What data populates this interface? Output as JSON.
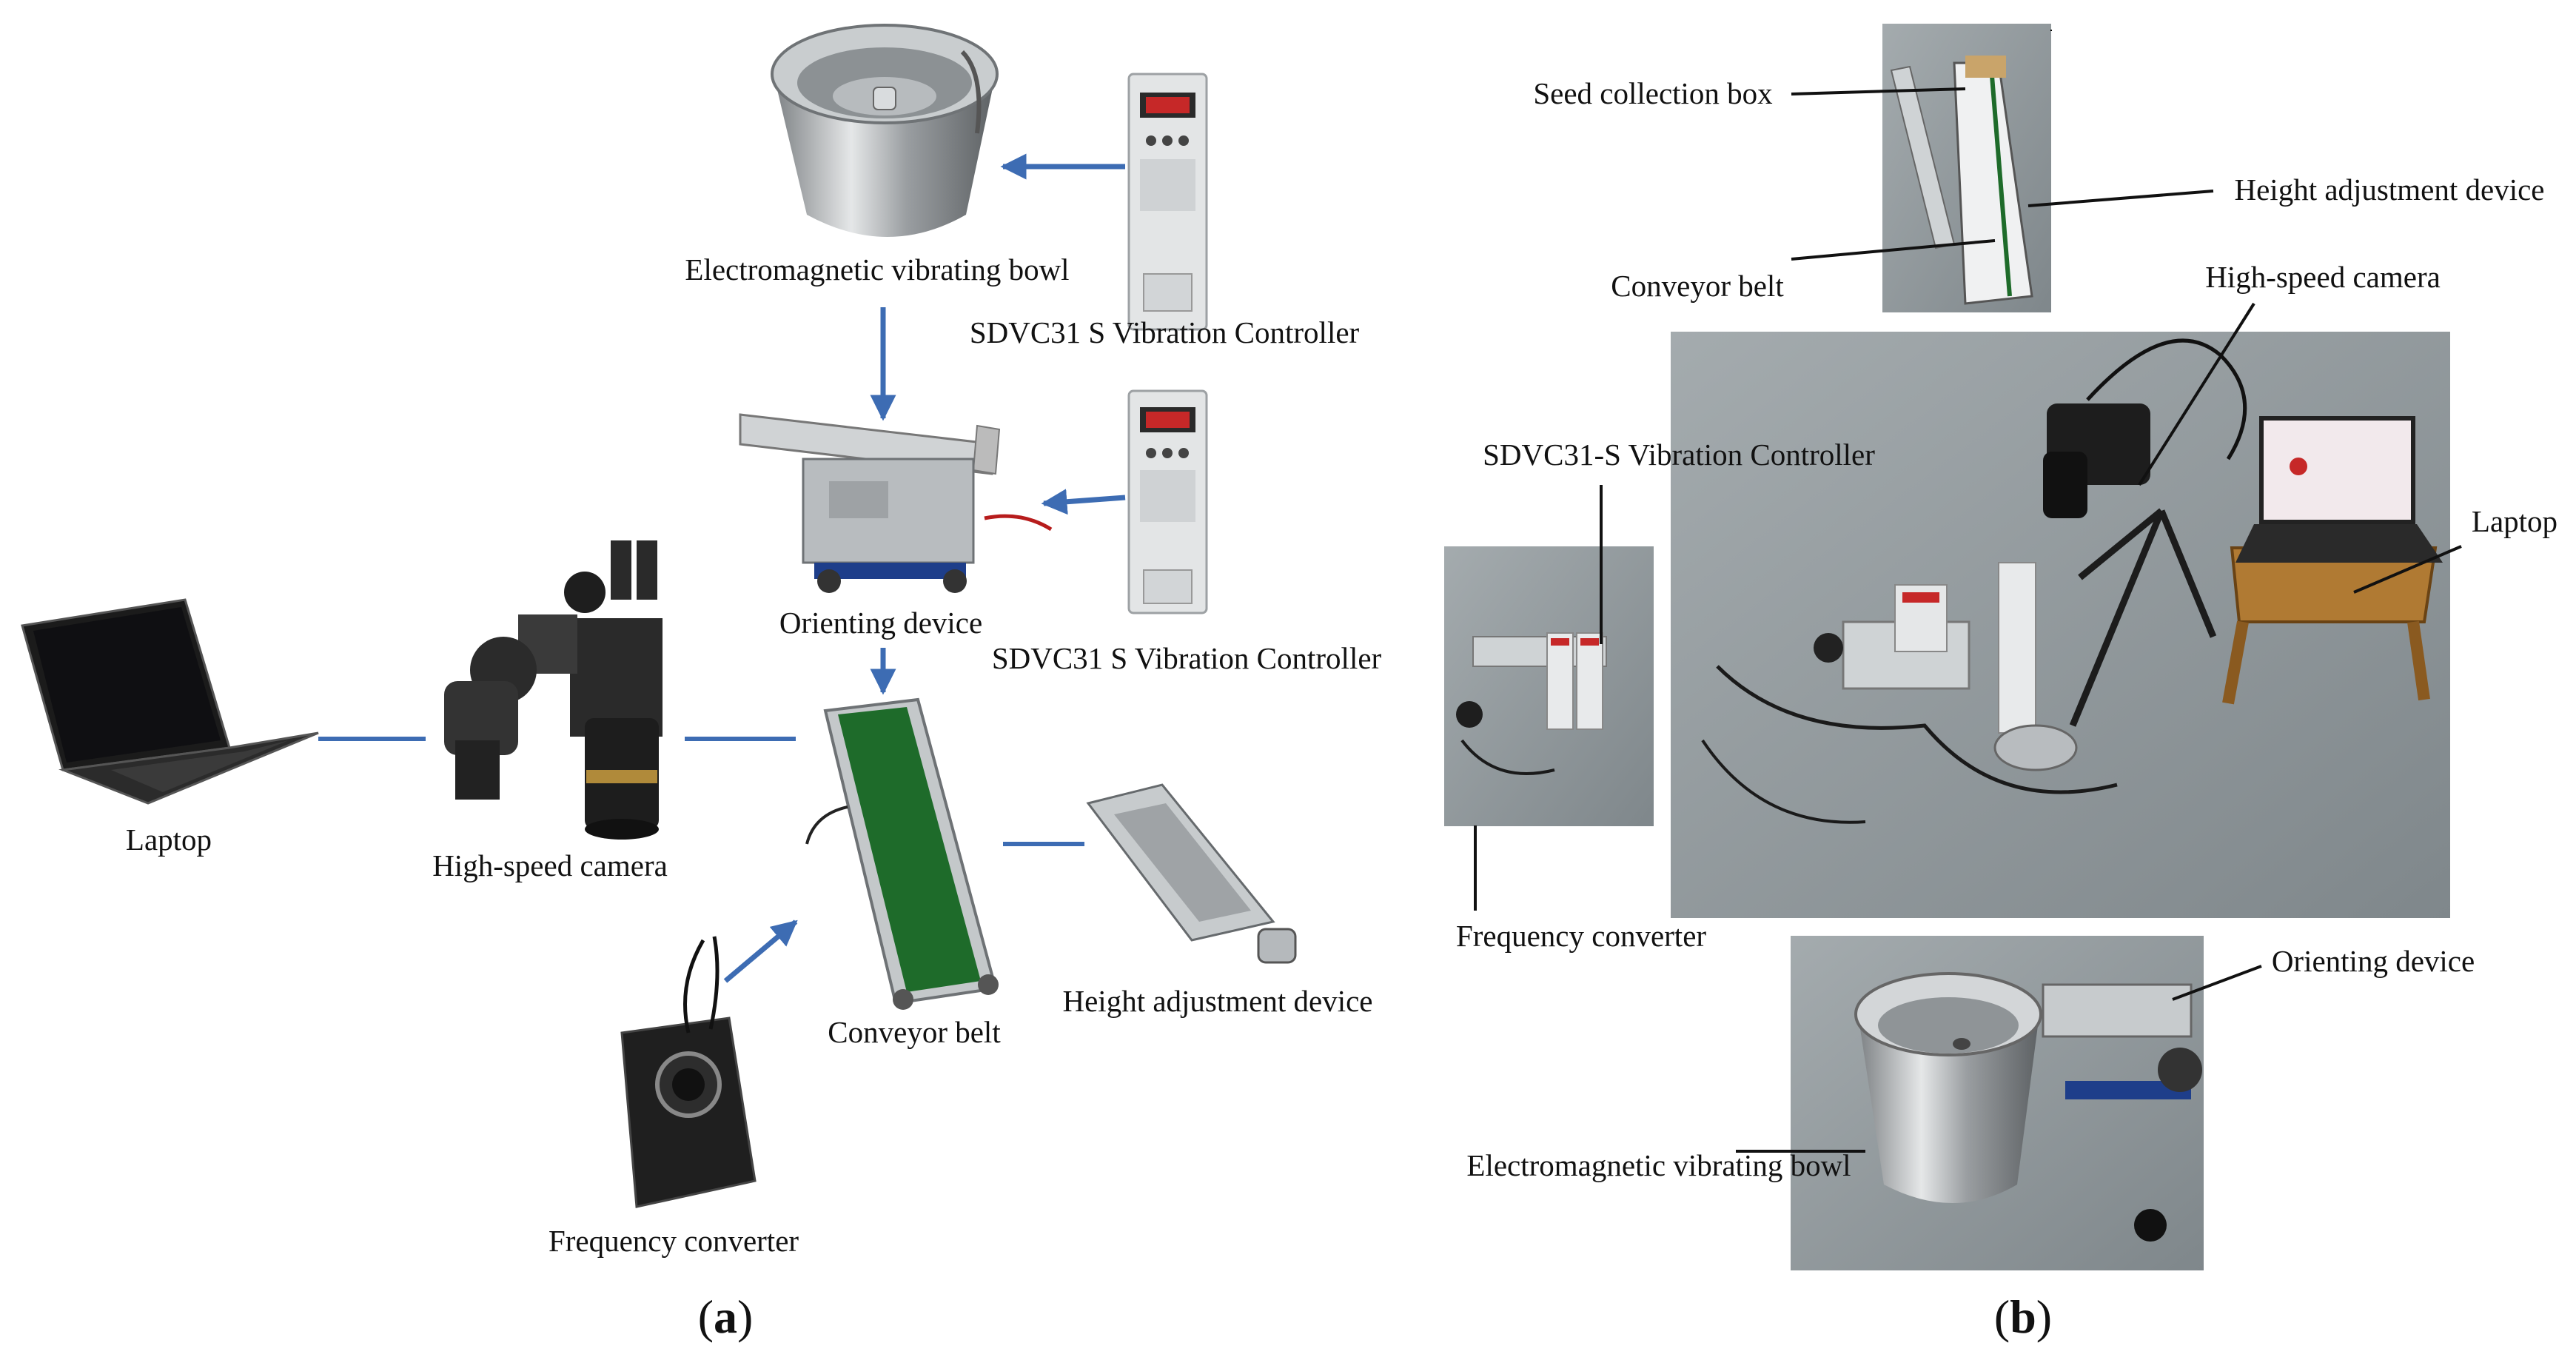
{
  "panel_a": {
    "panel_label": "a",
    "labels": {
      "electromagnetic_vibrating_bowl": "Electromagnetic vibrating bowl",
      "controller_top": "SDVC31 S Vibration Controller",
      "controller_mid": "SDVC31 S Vibration Controller",
      "orienting_device": "Orienting device",
      "laptop": "Laptop",
      "high_speed_camera": "High-speed camera",
      "conveyor_belt": "Conveyor belt",
      "height_adjustment_device": "Height adjustment device",
      "frequency_converter": "Frequency converter"
    }
  },
  "panel_b": {
    "panel_label": "b",
    "labels": {
      "seed_collection_box": "Seed collection box",
      "height_adjustment_device": "Height adjustment device",
      "conveyor_belt": "Conveyor belt",
      "high_speed_camera": "High-speed camera",
      "controller": "SDVC31-S Vibration Controller",
      "laptop": "Laptop",
      "frequency_converter": "Frequency converter",
      "orienting_device": "Orienting device",
      "electromagnetic_vibrating_bowl": "Electromagnetic vibrating bowl"
    }
  },
  "colors": {
    "arrow": "#3d6cb3",
    "photo_floor": "#8f979b",
    "belt_green": "#1e6b2a",
    "display_red": "#c62828"
  }
}
